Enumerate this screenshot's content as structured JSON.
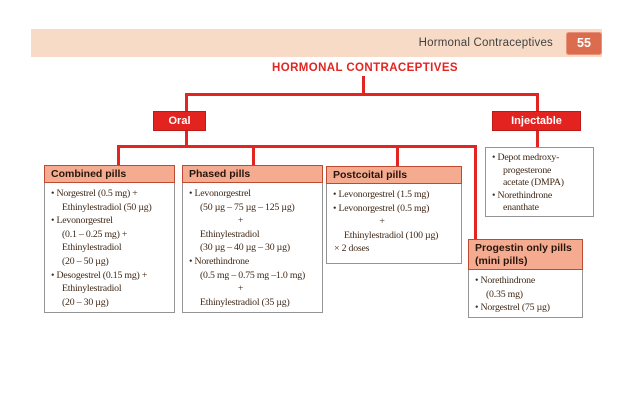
{
  "header": {
    "title": "Hormonal Contraceptives",
    "page_number": "55"
  },
  "diagram": {
    "title": "HORMONAL CONTRACEPTIVES",
    "branches": {
      "oral": {
        "label": "Oral"
      },
      "injectable": {
        "label": "Injectable"
      }
    }
  },
  "boxes": {
    "combined": {
      "title": "Combined pills",
      "lines": [
        {
          "c": "b",
          "t": "• Norgestrel (0.5 mg) +"
        },
        {
          "c": "i",
          "t": "Ethinylestradiol (50 µg)"
        },
        {
          "c": "b",
          "t": "• Levonorgestrel"
        },
        {
          "c": "i",
          "t": "(0.1 – 0.25 mg) +"
        },
        {
          "c": "i",
          "t": "Ethinylestradiol"
        },
        {
          "c": "i",
          "t": "(20 – 50 µg)"
        },
        {
          "c": "b",
          "t": "• Desogestrel (0.15 mg) +"
        },
        {
          "c": "i",
          "t": "Ethinylestradiol"
        },
        {
          "c": "i",
          "t": "(20 – 30 µg)"
        }
      ]
    },
    "phased": {
      "title": "Phased pills",
      "lines": [
        {
          "c": "b",
          "t": "• Levonorgestrel"
        },
        {
          "c": "i",
          "t": "(50 µg – 75 µg – 125 µg)"
        },
        {
          "c": "p",
          "t": "+"
        },
        {
          "c": "i",
          "t": "Ethinylestradiol"
        },
        {
          "c": "i",
          "t": "(30 µg – 40 µg – 30 µg)"
        },
        {
          "c": "b",
          "t": "• Norethindrone"
        },
        {
          "c": "i",
          "t": "(0.5 mg – 0.75 mg –1.0 mg)"
        },
        {
          "c": "p",
          "t": "+"
        },
        {
          "c": "i",
          "t": "Ethinylestradiol (35 µg)"
        }
      ]
    },
    "postcoital": {
      "title": "Postcoital pills",
      "lines": [
        {
          "c": "b",
          "t": "• Levonorgestrel (1.5 mg)"
        },
        {
          "c": "b",
          "t": "• Levonorgestrel (0.5 mg)"
        },
        {
          "c": "p",
          "t": "+"
        },
        {
          "c": "i",
          "t": "Ethinylestradiol (100 µg)"
        },
        {
          "c": "x",
          "t": "× 2 doses"
        }
      ]
    },
    "progestin": {
      "title_line1": "Progestin only pills",
      "title_line2": "(mini pills)",
      "lines": [
        {
          "c": "b",
          "t": "• Norethindrone"
        },
        {
          "c": "i",
          "t": "(0.35 mg)"
        },
        {
          "c": "b",
          "t": "• Norgestrel (75 µg)"
        }
      ]
    },
    "injectable_agents": {
      "lines": [
        {
          "c": "b",
          "t": "• Depot medroxy-"
        },
        {
          "c": "i",
          "t": "progesterone"
        },
        {
          "c": "i",
          "t": "acetate (DMPA)"
        },
        {
          "c": "b",
          "t": "• Norethindrone"
        },
        {
          "c": "i",
          "t": "enanthate"
        }
      ]
    }
  },
  "colors": {
    "accent_red": "#e22521",
    "salmon_header": "#f5ab8f",
    "peach_bar": "#f8dbc6",
    "badge_orange": "#db6c4e",
    "body_text": "#3f2817",
    "box_border_grey": "#949494"
  }
}
